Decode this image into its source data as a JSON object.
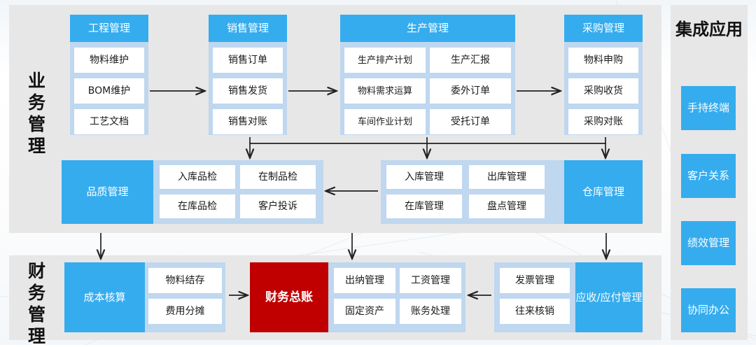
{
  "colors": {
    "blue": "#35ACEE",
    "light_blue": "#bfd7ef",
    "panel_gray": "#e7e7e7",
    "red": "#c00000",
    "white": "#ffffff",
    "arrow": "#222222"
  },
  "sections": {
    "business": {
      "label": "业务管理"
    },
    "finance": {
      "label": "财务管理"
    }
  },
  "groups": {
    "engineering": {
      "title": "工程管理",
      "cells": [
        "物料维护",
        "BOM维护",
        "工艺文档"
      ]
    },
    "sales": {
      "title": "销售管理",
      "cells": [
        "销售订单",
        "销售发货",
        "销售对账"
      ]
    },
    "production": {
      "title": "生产管理",
      "cells": [
        "生产排产计划",
        "生产汇报",
        "物料需求运算",
        "委外订单",
        "车间作业计划",
        "受托订单"
      ]
    },
    "purchase": {
      "title": "采购管理",
      "cells": [
        "物料申购",
        "采购收货",
        "采购对账"
      ]
    },
    "quality": {
      "title": "品质管理",
      "cells": [
        "入库品检",
        "在制品检",
        "在库品检",
        "客户投诉"
      ]
    },
    "warehouse": {
      "title": "仓库管理",
      "cells": [
        "入库管理",
        "出库管理",
        "在库管理",
        "盘点管理"
      ]
    },
    "cost": {
      "title": "成本核算",
      "cells": [
        "物料结存",
        "费用分摊"
      ]
    },
    "ledger": {
      "title": "财务总账",
      "cells": [
        "出纳管理",
        "工资管理",
        "固定资产",
        "账务处理"
      ]
    },
    "receivable": {
      "title": "应收/应付管理",
      "cells": [
        "发票管理",
        "往来核销"
      ]
    }
  },
  "rail": {
    "title": "集成应用",
    "buttons": [
      "手持终端",
      "客户关系",
      "绩效管理",
      "协同办公"
    ]
  }
}
